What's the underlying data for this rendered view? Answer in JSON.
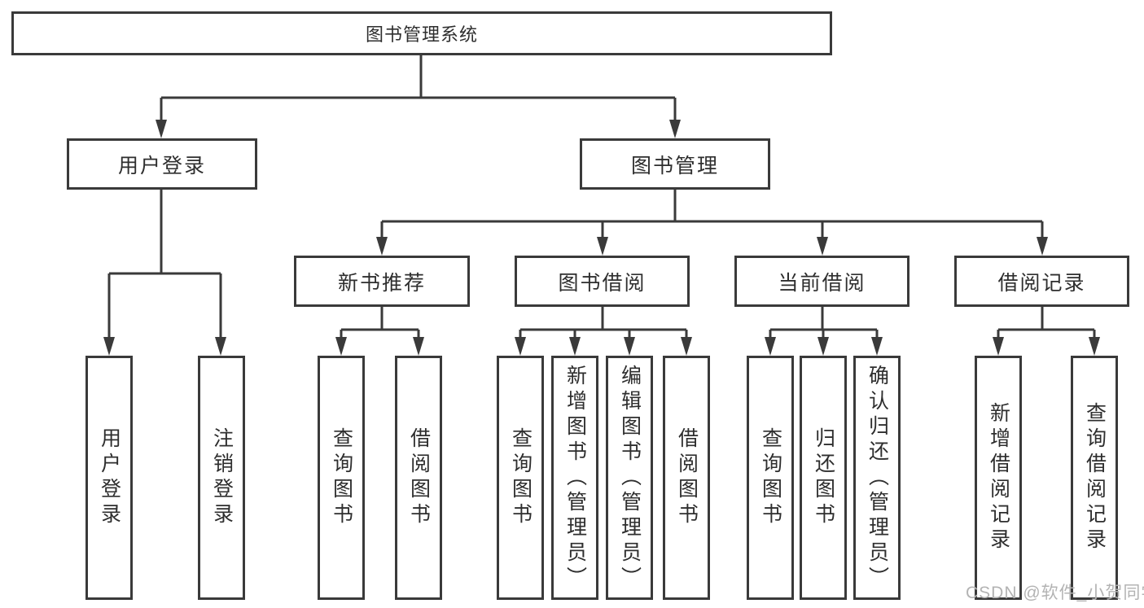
{
  "tree": {
    "root": {
      "label": "图书管理系统"
    },
    "level2": [
      {
        "label": "用户登录",
        "children": [
          {
            "label": "用户登录"
          },
          {
            "label": "注销登录"
          }
        ]
      },
      {
        "label": "图书管理",
        "children": [
          {
            "label": "新书推荐",
            "children": [
              {
                "label": "查询图书"
              },
              {
                "label": "借阅图书"
              }
            ]
          },
          {
            "label": "图书借阅",
            "children": [
              {
                "label": "查询图书"
              },
              {
                "label": "新增图书（管理员）"
              },
              {
                "label": "编辑图书（管理员）"
              },
              {
                "label": "借阅图书"
              }
            ]
          },
          {
            "label": "当前借阅",
            "children": [
              {
                "label": "查询图书"
              },
              {
                "label": "归还图书"
              },
              {
                "label": "确认归还（管理员）"
              }
            ]
          },
          {
            "label": "借阅记录",
            "children": [
              {
                "label": "新增借阅记录"
              },
              {
                "label": "查询借阅记录"
              }
            ]
          }
        ]
      }
    ]
  },
  "watermark": {
    "text": "CSDN @软件_小贺同学"
  },
  "colors": {
    "line": "#3a3a3a",
    "box_border": "#3a3a3a",
    "box_fill": "#ffffff",
    "text": "#2e2e2e",
    "watermark": "#b3b3b3",
    "background": "#ffffff"
  }
}
